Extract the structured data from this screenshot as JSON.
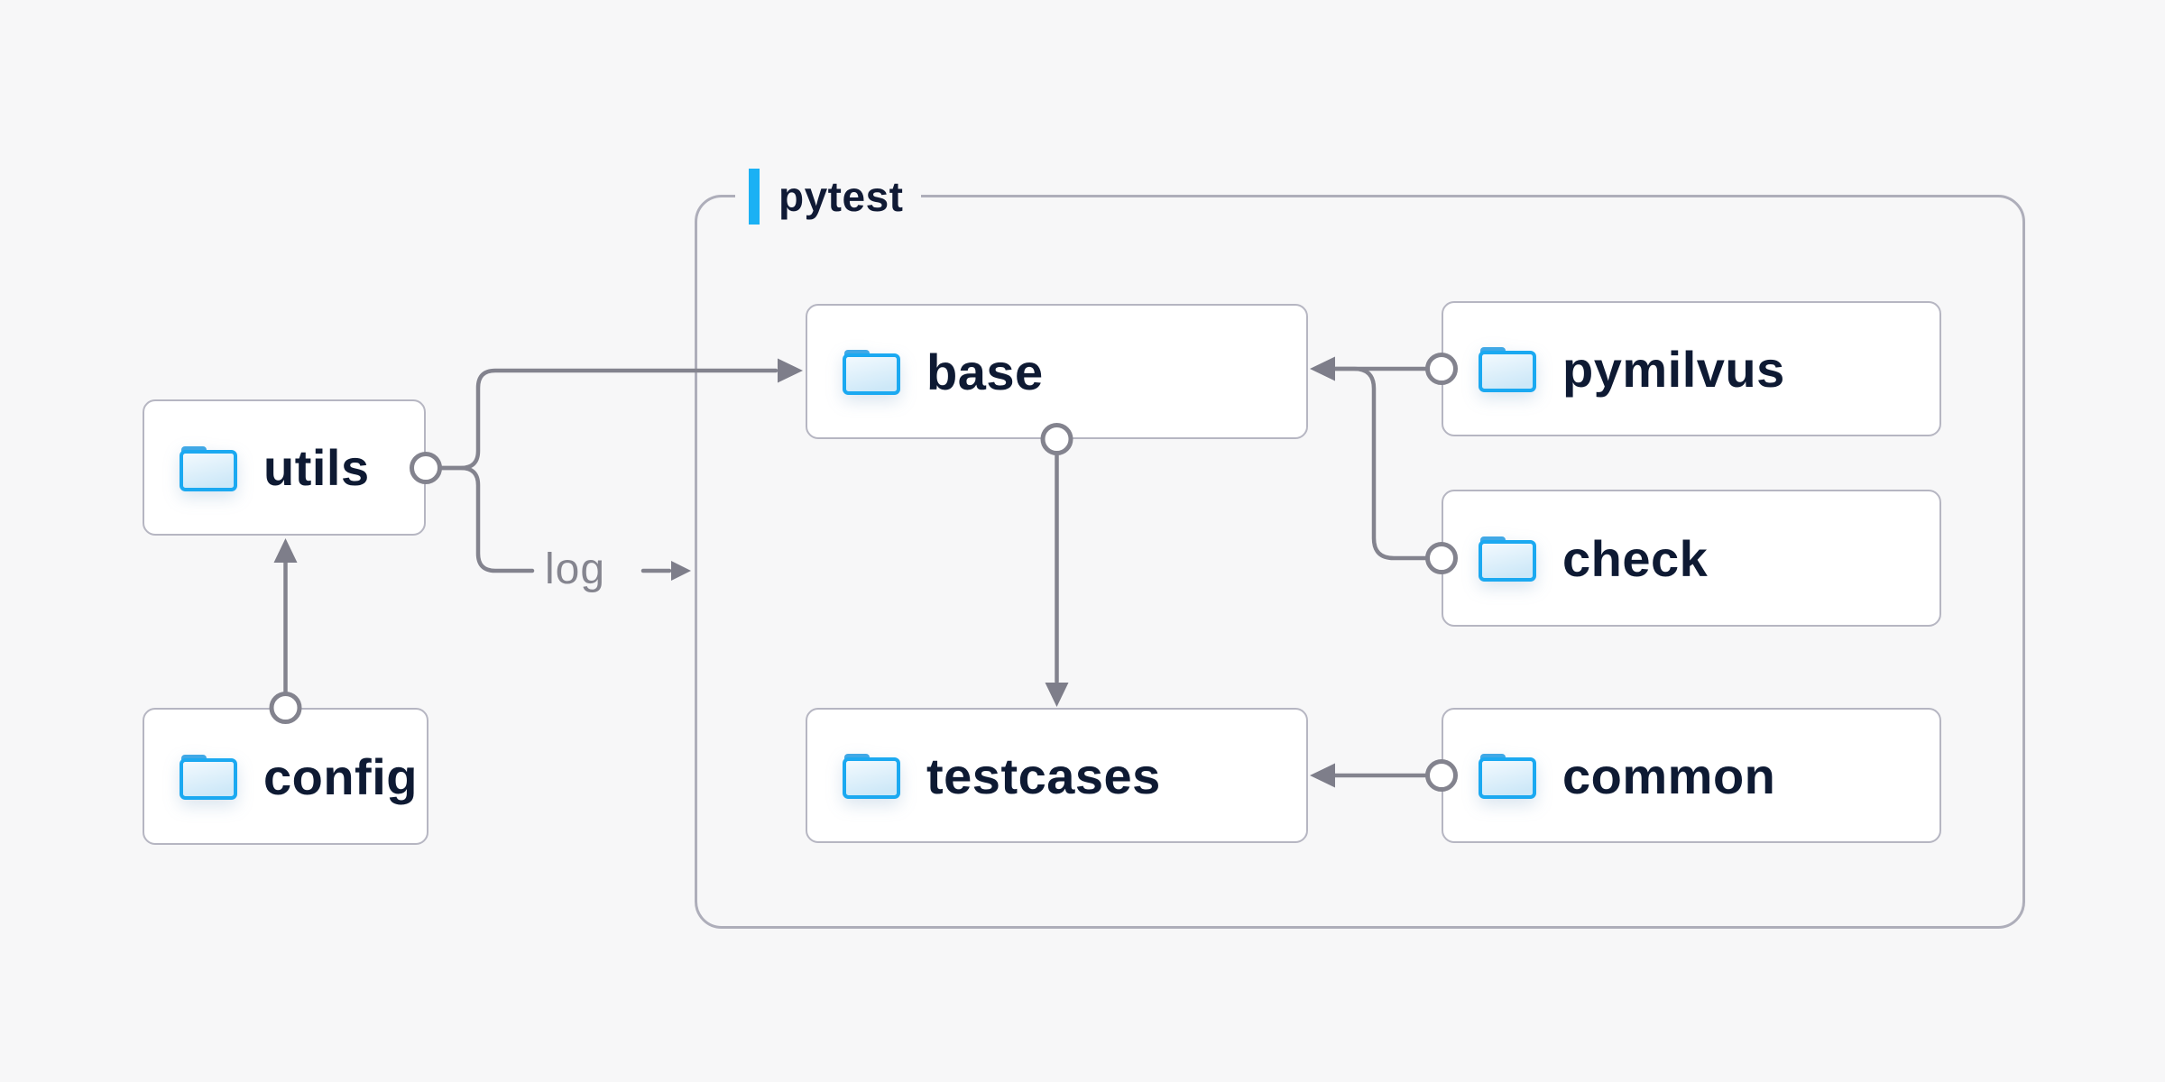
{
  "container": {
    "label": "pytest"
  },
  "nodes": {
    "utils": {
      "label": "utils"
    },
    "config": {
      "label": "config"
    },
    "base": {
      "label": "base"
    },
    "pymilvus": {
      "label": "pymilvus"
    },
    "check": {
      "label": "check"
    },
    "testcases": {
      "label": "testcases"
    },
    "common": {
      "label": "common"
    }
  },
  "edge_labels": {
    "log": "log"
  },
  "edges": [
    {
      "from": "config",
      "to": "utils"
    },
    {
      "from": "utils",
      "to": "base"
    },
    {
      "from": "utils",
      "to": "pytest-container",
      "label": "log"
    },
    {
      "from": "pymilvus",
      "to": "base"
    },
    {
      "from": "check",
      "to": "base"
    },
    {
      "from": "base",
      "to": "testcases"
    },
    {
      "from": "common",
      "to": "testcases"
    }
  ],
  "colors": {
    "background": "#f7f7f8",
    "node_background": "#ffffff",
    "node_border": "#b6b6c2",
    "container_border": "#aeaeba",
    "connector_gray": "#83838e",
    "accent_blue": "#1bb1f4",
    "folder_border_blue": "#1ba9f1",
    "folder_tab_blue": "#40a8e6",
    "text_navy": "#0e1a33",
    "text_gray": "#85858f"
  }
}
